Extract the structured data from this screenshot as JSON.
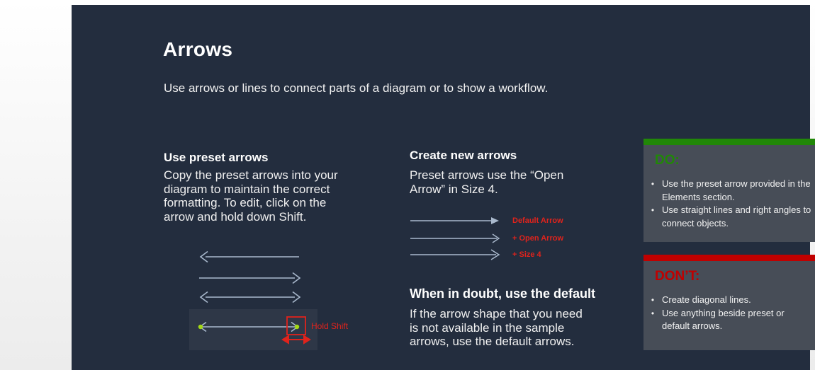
{
  "page": {
    "title": "Arrows",
    "subtitle": "Use arrows or lines to connect parts of a diagram or to show a workflow."
  },
  "preset_section": {
    "heading": "Use preset arrows",
    "body": "Copy the preset arrows into your\ndiagram to maintain the correct\nformatting. To edit, click on the\narrow and hold down Shift.",
    "hold_shift_label": "Hold Shift"
  },
  "create_section": {
    "heading": "Create new arrows",
    "body": "Preset arrows use the “Open\nArrow” in Size 4.",
    "arrow_labels": [
      "Default Arrow",
      "+ Open Arrow",
      "+ Size 4"
    ]
  },
  "default_section": {
    "heading": "When in doubt, use the default",
    "body": "If the arrow shape that you need\nis not available in the sample\narrows, use the default arrows."
  },
  "do_box": {
    "heading": "DO:",
    "bullet_marker": "•",
    "bullets": [
      "Use the preset arrow provided in the\nElements section.",
      "Use straight lines and right angles to\nconnect objects."
    ]
  },
  "dont_box": {
    "heading": "DON’T:",
    "bullet_marker": "•",
    "bullets": [
      "Create diagonal lines.",
      "Use anything beside preset or\ndefault arrows."
    ]
  },
  "colors": {
    "panel_bg": "#232d3e",
    "box_bg": "#474d57",
    "do_green": "#218708",
    "dont_red": "#c00000",
    "annotation_red": "#e0231c",
    "arrow_line": "#a9b9cd",
    "handle_green": "#a3d914"
  }
}
